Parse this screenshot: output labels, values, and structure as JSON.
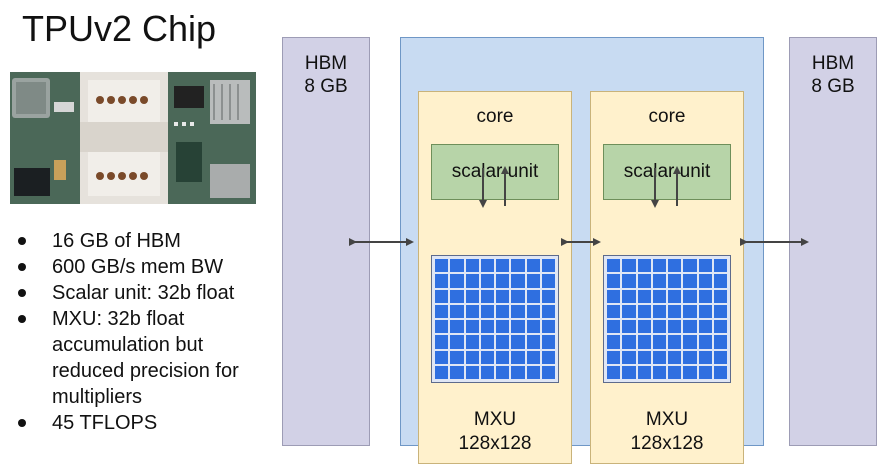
{
  "title": "TPUv2 Chip",
  "bullets": [
    "16 GB of HBM",
    "600 GB/s mem BW",
    "Scalar unit: 32b float",
    "MXU: 32b float",
    "accumulation but",
    "reduced precision for",
    "multipliers",
    "45 TFLOPS"
  ],
  "diagram": {
    "hbm_left": {
      "line1": "HBM",
      "line2": "8 GB"
    },
    "hbm_right": {
      "line1": "HBM",
      "line2": "8 GB"
    },
    "cores": [
      {
        "label": "core",
        "scalar_label": "scalar unit",
        "mxu_line1": "MXU",
        "mxu_line2": "128x128"
      },
      {
        "label": "core",
        "scalar_label": "scalar unit",
        "mxu_line1": "MXU",
        "mxu_line2": "128x128"
      }
    ],
    "mxu_grid": {
      "rows": 8,
      "cols": 8
    }
  },
  "colors": {
    "hbm_fill": "#d2d1e6",
    "chip_fill": "#c8dbf2",
    "core_fill": "#fff1cc",
    "scalar_fill": "#b7d4a8",
    "mxu_cell": "#2f6fe0",
    "arrow": "#444444"
  },
  "icons": {
    "photo": "tpu-board-photo"
  }
}
